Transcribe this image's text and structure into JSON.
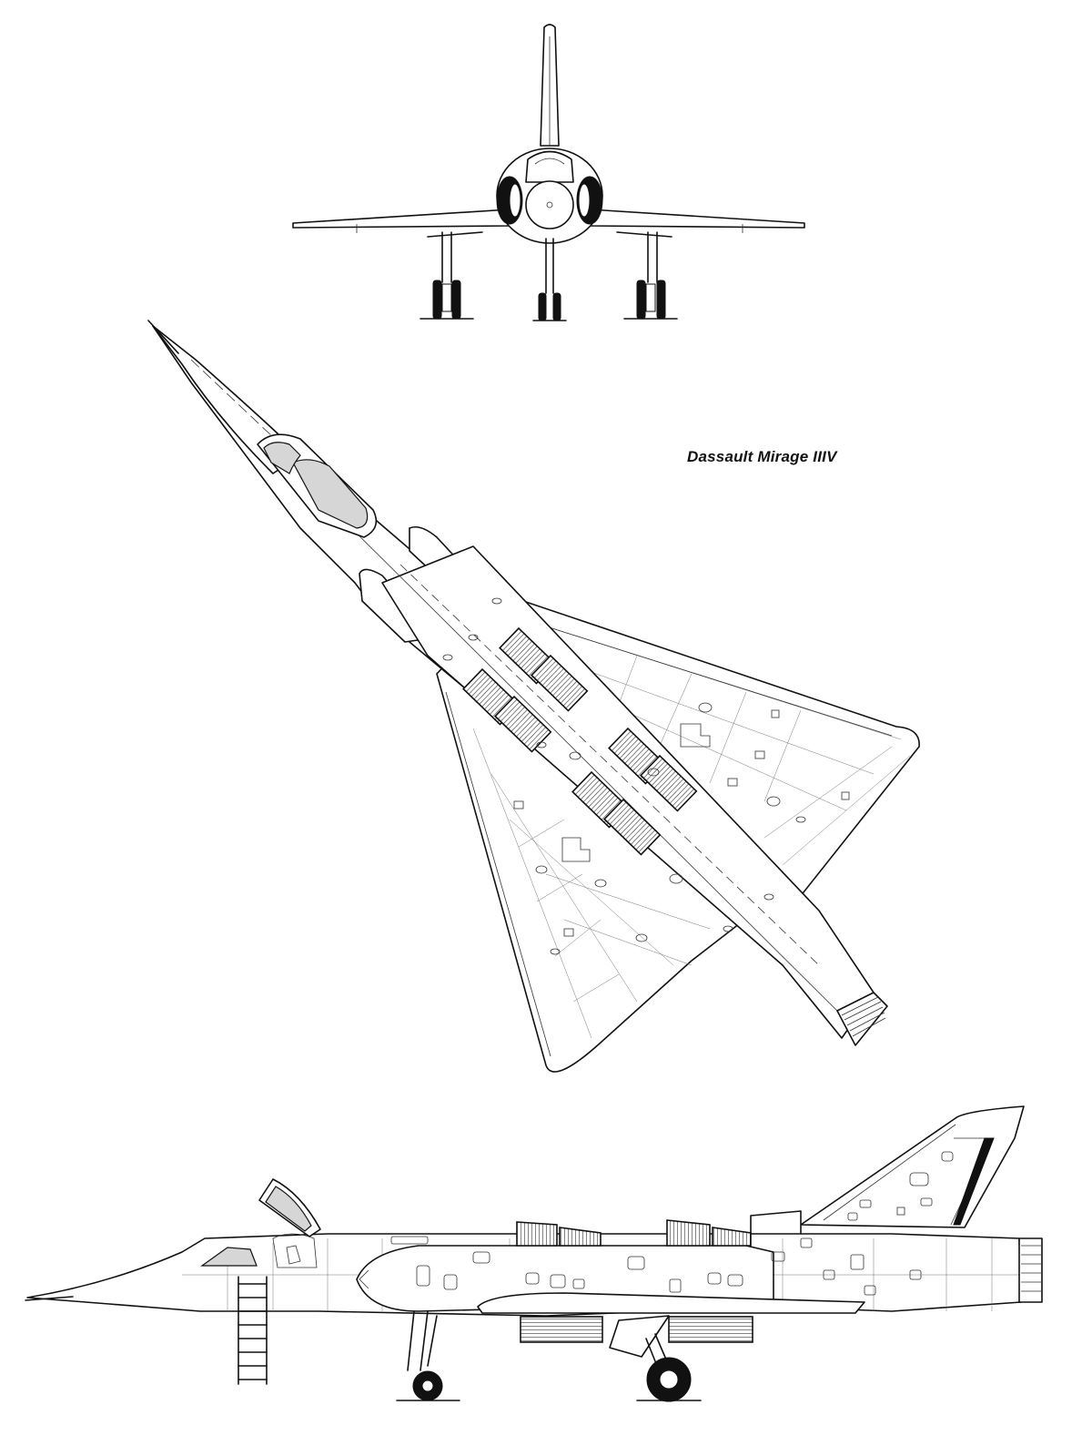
{
  "drawing": {
    "title": "Dassault Mirage IIIV",
    "views": [
      "front-view",
      "top-view",
      "side-view"
    ]
  },
  "colors": {
    "line": "#111111",
    "canopy_glass": "#d6d6d6",
    "background": "#ffffff"
  }
}
